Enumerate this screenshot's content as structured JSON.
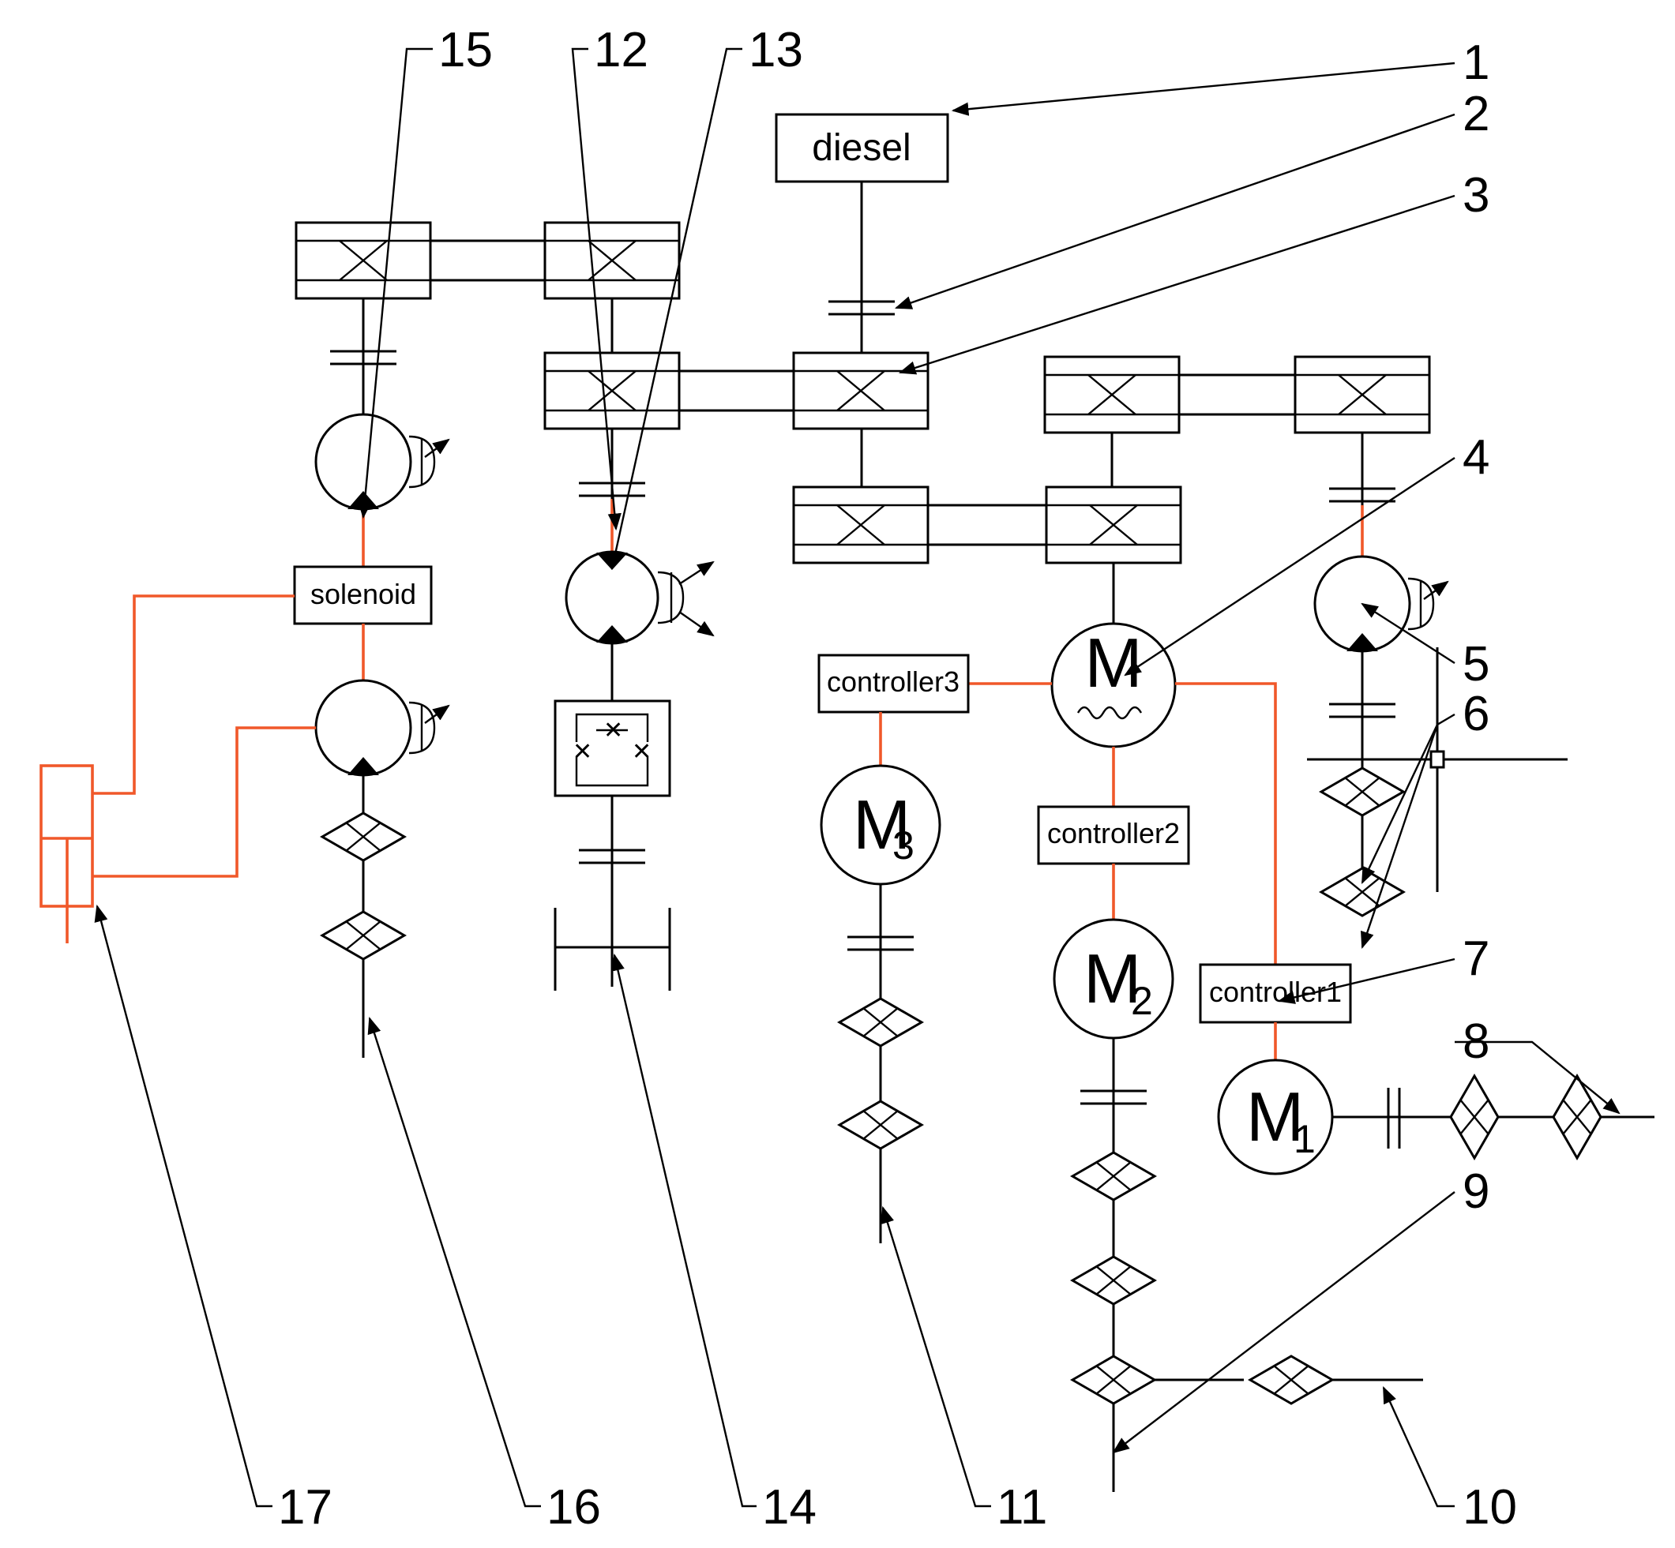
{
  "components": {
    "diesel": "diesel",
    "solenoid": "solenoid",
    "controller1": "controller1",
    "controller2": "controller2",
    "controller3": "controller3",
    "motor_main": "M",
    "motor_1": "M",
    "motor_1_sub": "1",
    "motor_2": "M",
    "motor_2_sub": "2",
    "motor_3": "M",
    "motor_3_sub": "3"
  },
  "callouts": [
    "1",
    "2",
    "3",
    "4",
    "5",
    "6",
    "7",
    "8",
    "9",
    "10",
    "11",
    "12",
    "13",
    "14",
    "15",
    "16",
    "17"
  ],
  "colors": {
    "electric_line": "#f0582a",
    "mechanical_line": "#000000"
  }
}
